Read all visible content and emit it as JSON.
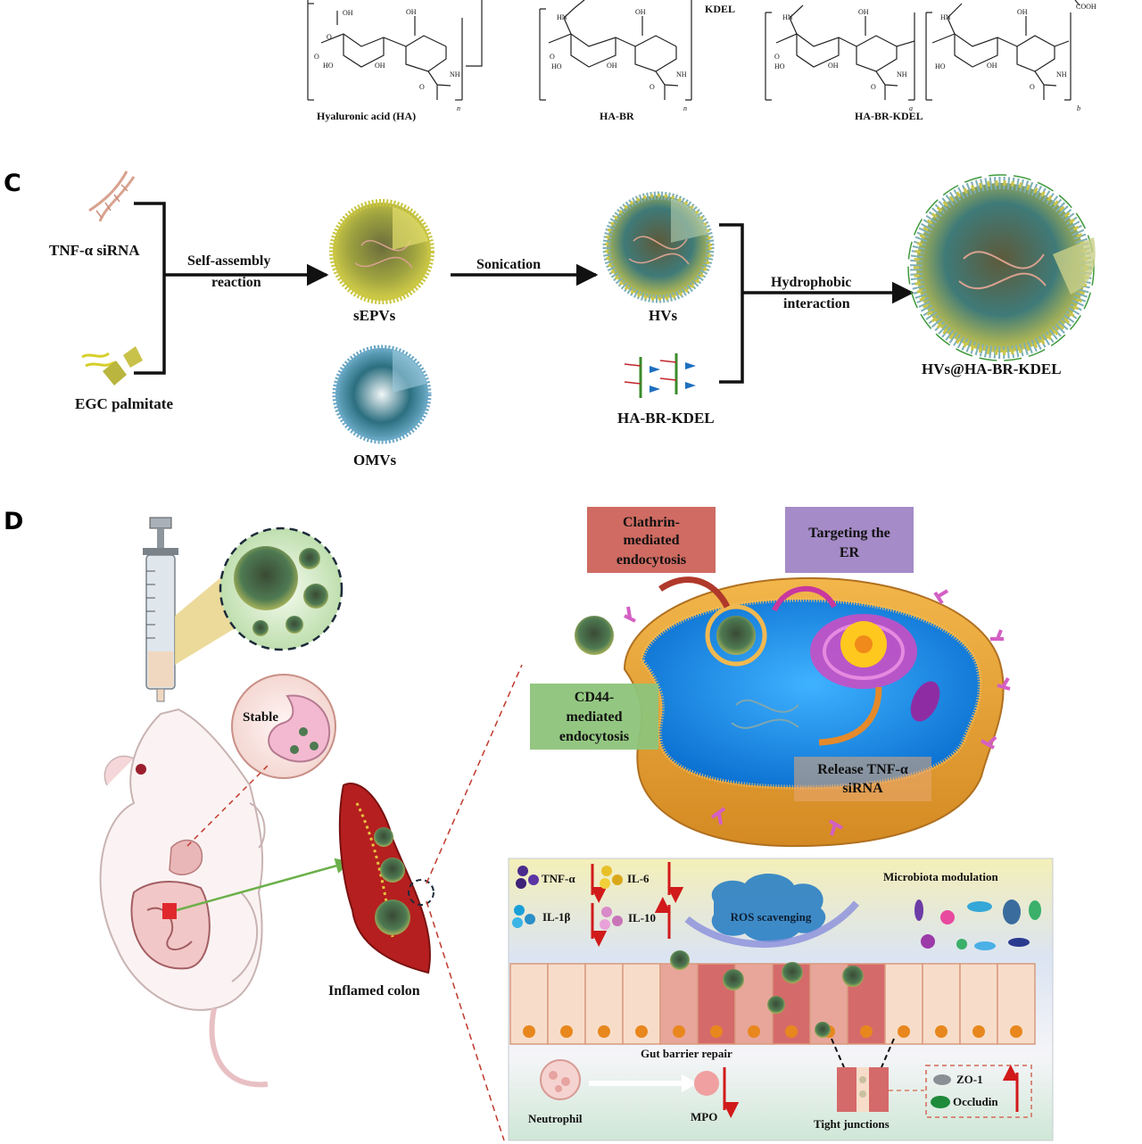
{
  "panel_b": {
    "kdel_label": "KDEL",
    "ha_label": "Hyaluronic acid (HA)",
    "habr_label": "HA-BR",
    "habrkdel_label": "HA-BR-KDEL",
    "atom_oh": "OH",
    "atom_ho": "HO",
    "atom_o": "O",
    "atom_nh": "NH",
    "atom_hn": "HN",
    "atom_cooh": "COOH",
    "sub_n": "n",
    "sub_a": "a",
    "sub_b": "b"
  },
  "panel_c": {
    "letter": "C",
    "tnf_sirna": "TNF-α siRNA",
    "egc_palmitate": "EGC palmitate",
    "self_assembly_1": "Self-assembly",
    "self_assembly_2": "reaction",
    "sepvs": "sEPVs",
    "omvs": "OMVs",
    "sonication": "Sonication",
    "hvs": "HVs",
    "habrkdel": "HA-BR-KDEL",
    "hydrophobic_1": "Hydrophobic",
    "hydrophobic_2": "interaction",
    "product": "HVs@HA-BR-KDEL"
  },
  "panel_d": {
    "letter": "D",
    "stable": "Stable",
    "inflamed_colon": "Inflamed colon",
    "clathrin_1": "Clathrin-",
    "clathrin_2": "mediated",
    "clathrin_3": "endocytosis",
    "targeting_1": "Targeting the",
    "targeting_2": "ER",
    "cd44_1": "CD44-",
    "cd44_2": "mediated",
    "cd44_3": "endocytosis",
    "release_1": "Release TNF-α",
    "release_2": "siRNA",
    "tnf": "TNF-α",
    "il6": "IL-6",
    "il1b": "IL-1β",
    "il10": "IL-10",
    "ros": "ROS scavenging",
    "microbiota": "Microbiota  modulation",
    "gut_barrier": "Gut barrier  repair",
    "neutrophil": "Neutrophil",
    "mpo": "MPO",
    "tight_junctions": "Tight junctions",
    "zo1": "ZO-1",
    "occludin": "Occludin"
  },
  "colors": {
    "vesicle_yellow": "#c9c640",
    "vesicle_blue": "#5a9ec0",
    "cell_orange": "#e8a53a",
    "cytoplasm_blue": "#1a8fe0",
    "clathrin_box": "#cf6b62",
    "er_box": "#a58bc7",
    "cd44_box": "#8dc47a",
    "down_arrow": "#d11a1a",
    "epithelium": "#f6d1b9"
  }
}
